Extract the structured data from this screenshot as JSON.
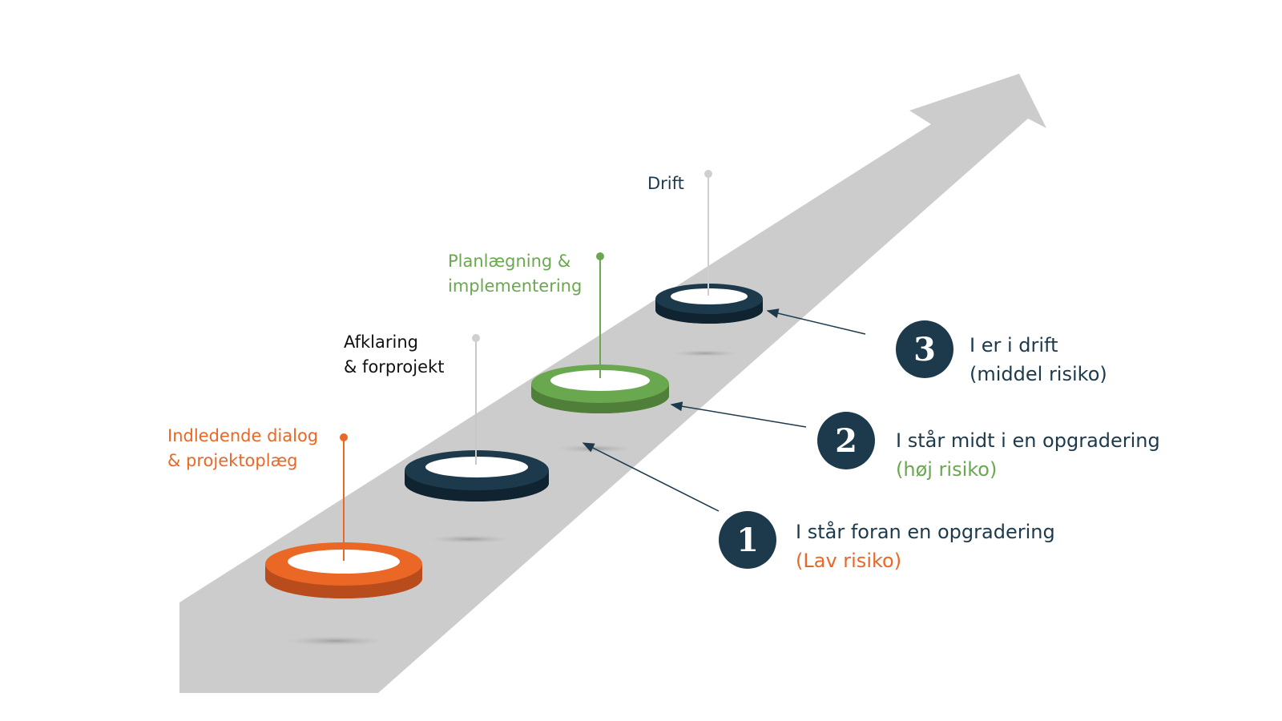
{
  "colors": {
    "orange": "#ea6726",
    "green": "#6aa84f",
    "navy": "#1d3a4d",
    "gray_arrow": "#cccccc",
    "black": "#111111"
  },
  "phases": [
    {
      "id": "phase-1",
      "line1": "Indledende dialog",
      "line2": "& projektoplæg",
      "color": "orange"
    },
    {
      "id": "phase-2",
      "line1": "Afklaring",
      "line2": "& forprojekt",
      "color": "black"
    },
    {
      "id": "phase-3",
      "line1": "Planlægning &",
      "line2": "implementering",
      "color": "green"
    },
    {
      "id": "phase-4",
      "line1": "Drift",
      "line2": "",
      "color": "navy"
    }
  ],
  "stages": [
    {
      "number": "1",
      "title": "I står foran en opgradering",
      "risk": "(Lav risiko)",
      "risk_color": "orange"
    },
    {
      "number": "2",
      "title": "I står midt i en opgradering",
      "risk": "(høj risiko)",
      "risk_color": "green"
    },
    {
      "number": "3",
      "title": "I er i drift",
      "risk": "(middel risiko)",
      "risk_color": "navy"
    }
  ]
}
